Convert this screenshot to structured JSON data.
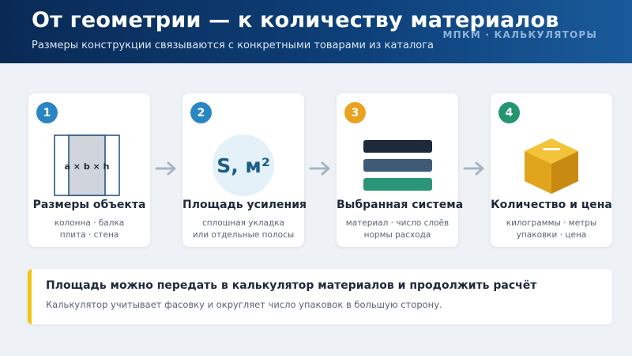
{
  "header": {
    "title": "От геометрии — к количеству материалов",
    "subtitle": "Размеры конструкции связываются с конкретными товарами из каталога",
    "brand": "МПКМ · КАЛЬКУЛЯТОРЫ"
  },
  "steps": [
    {
      "number": "1",
      "badge_color": "#2a86c2",
      "illustration_label": "a × b × h",
      "title": "Размеры объекта",
      "desc": [
        "колонна · балка",
        "плита · стена"
      ]
    },
    {
      "number": "2",
      "badge_color": "#2a86c2",
      "illustration_label": "S, м²",
      "title": "Площадь усиления",
      "desc": [
        "сплошная укладка",
        "или отдельные полосы"
      ]
    },
    {
      "number": "3",
      "badge_color": "#e9a21f",
      "illustration_bars": [
        "#1e2a3a",
        "#3e5a76",
        "#2a9577"
      ],
      "title": "Выбранная система",
      "desc": [
        "материал · число слоёв",
        "нормы расхода"
      ]
    },
    {
      "number": "4",
      "badge_color": "#24956f",
      "illustration_icon": "box-icon",
      "title": "Количество и цена",
      "desc": [
        "килограммы · метры",
        "упаковки · цена"
      ]
    }
  ],
  "note": {
    "title": "Площадь можно передать в калькулятор материалов и продолжить расчёт",
    "text": "Калькулятор учитывает фасовку и округляет число упаковок в большую сторону.",
    "accent_color": "#f1c40f"
  }
}
